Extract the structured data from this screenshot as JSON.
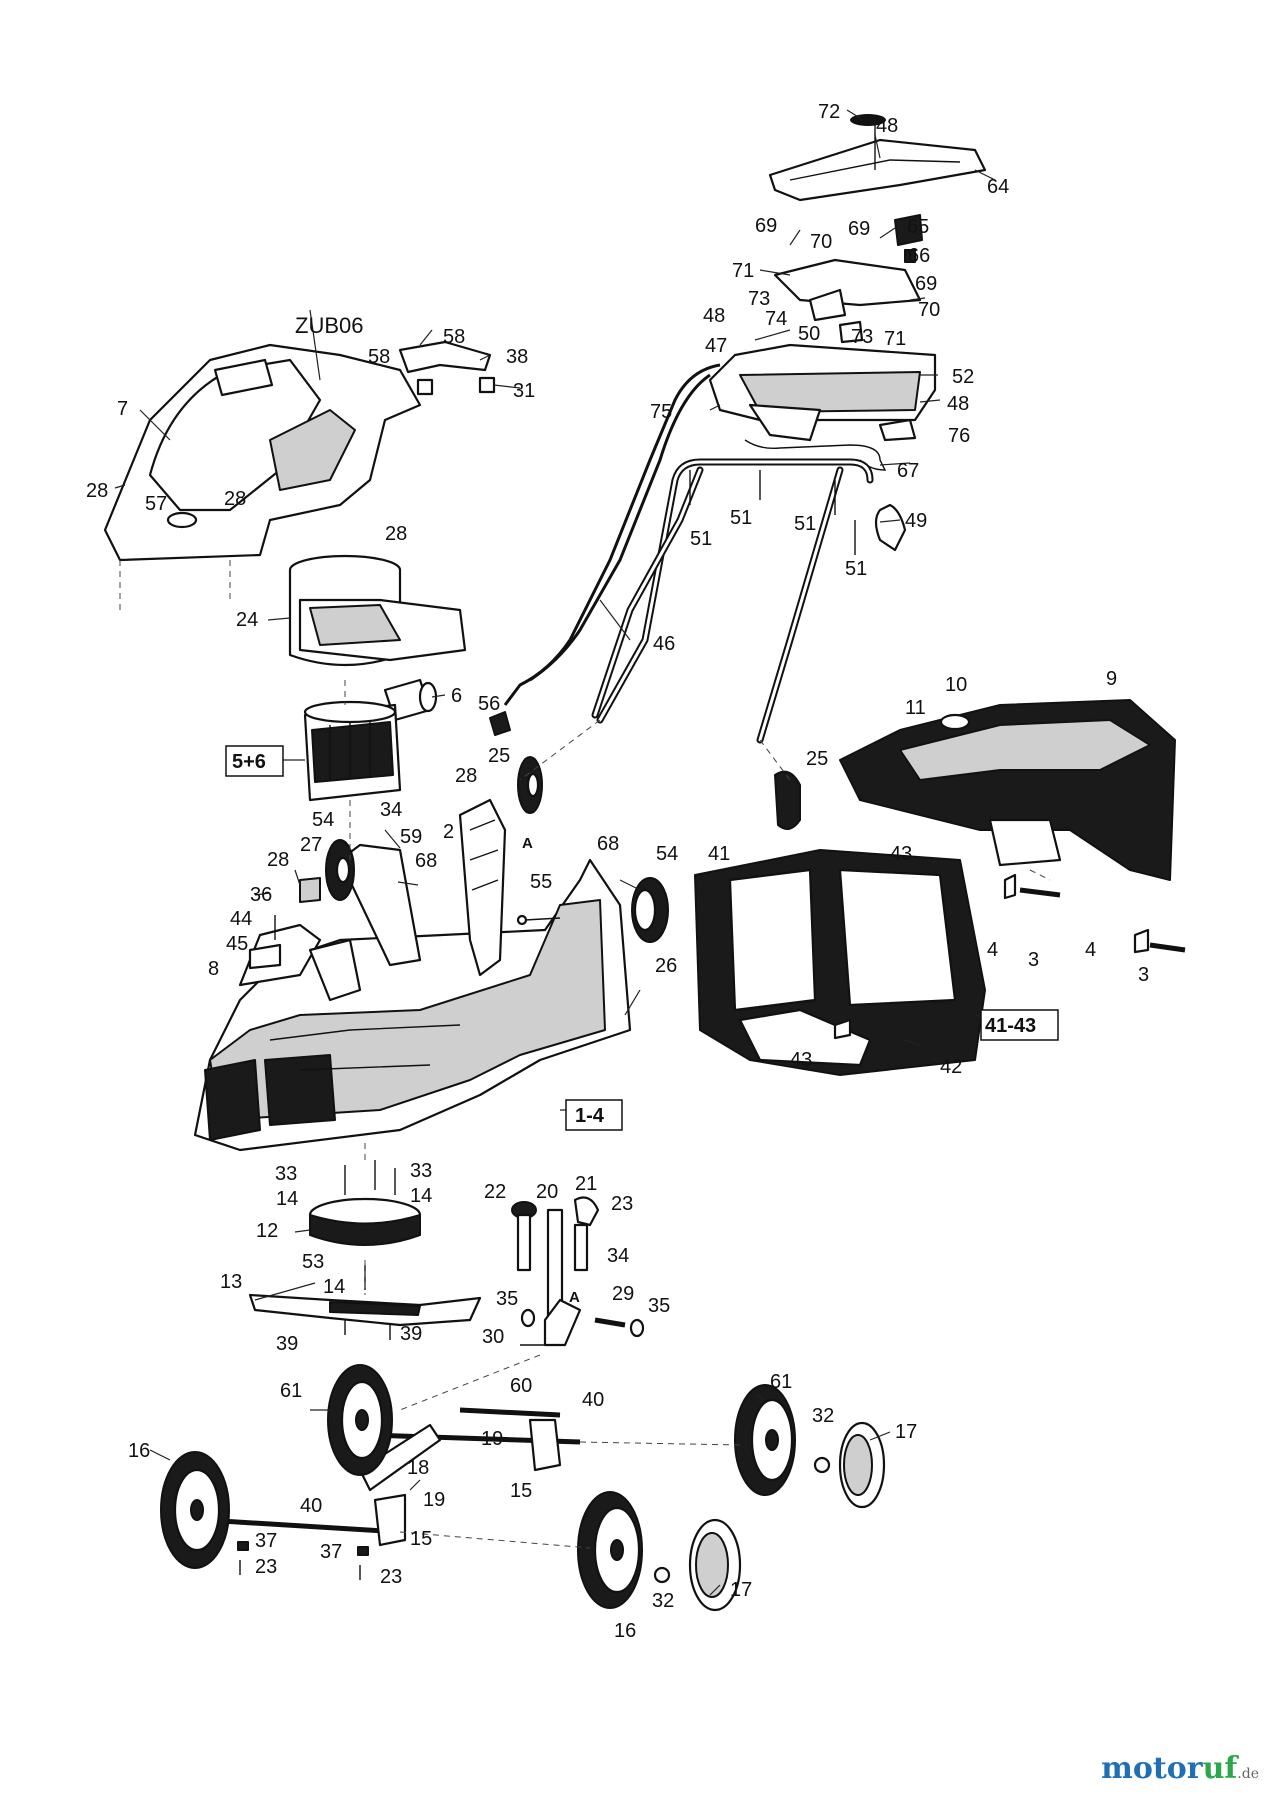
{
  "diagram": {
    "labels": [
      "72",
      "48",
      "64",
      "69",
      "70",
      "69",
      "65",
      "66",
      "71",
      "73",
      "69",
      "70",
      "74",
      "48",
      "47",
      "50",
      "73",
      "71",
      "52",
      "75",
      "48",
      "76",
      "67",
      "51",
      "51",
      "51",
      "51",
      "49",
      "46",
      "ZUB06",
      "58",
      "58",
      "38",
      "31",
      "7",
      "28",
      "57",
      "28",
      "28",
      "24",
      "6",
      "56",
      "5+6",
      "28",
      "25",
      "2",
      "A",
      "54",
      "34",
      "59",
      "27",
      "68",
      "28",
      "36",
      "44",
      "45",
      "8",
      "68",
      "54",
      "55",
      "26",
      "25",
      "41",
      "43",
      "11",
      "10",
      "9",
      "4",
      "3",
      "4",
      "3",
      "41-43",
      "43",
      "42",
      "1-4",
      "33",
      "33",
      "14",
      "14",
      "12",
      "53",
      "14",
      "13",
      "39",
      "39",
      "22",
      "20",
      "21",
      "23",
      "34",
      "35",
      "A",
      "29",
      "35",
      "30",
      "61",
      "60",
      "40",
      "61",
      "32",
      "17",
      "19",
      "16",
      "18",
      "15",
      "19",
      "40",
      "15",
      "37",
      "23",
      "37",
      "23",
      "32",
      "17",
      "16"
    ],
    "boxed_labels": [
      "5+6",
      "1-4",
      "41-43"
    ]
  },
  "brand": {
    "name_main": "motor",
    "name_accent": "uf",
    "suffix": ".de"
  }
}
